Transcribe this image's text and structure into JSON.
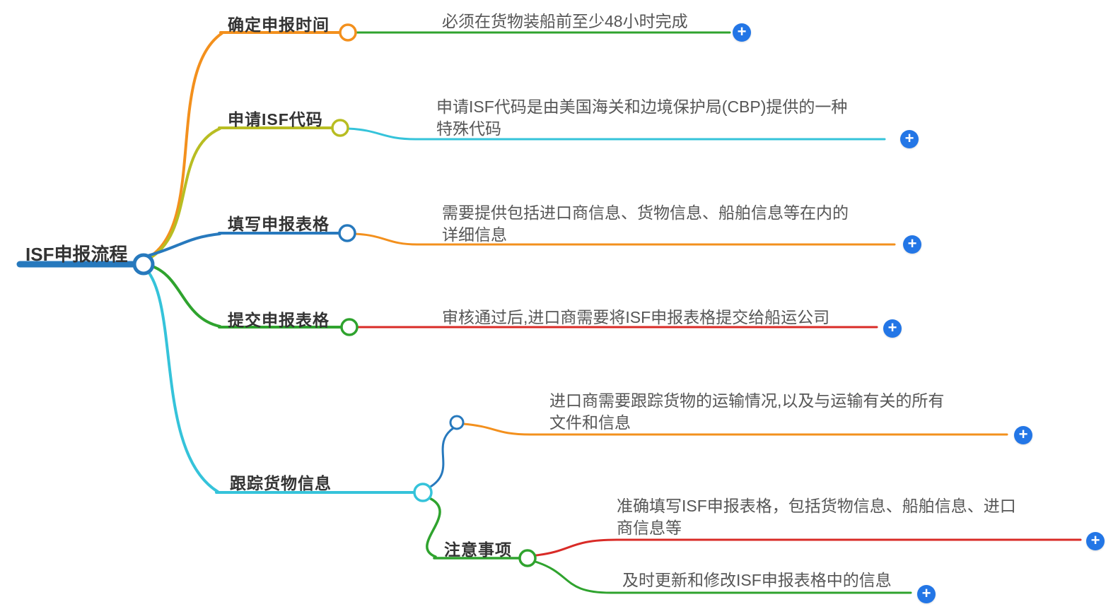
{
  "page": {
    "background": "#ffffff"
  },
  "icons": {
    "plus": "+"
  },
  "mindmap": {
    "plus_button_color": "#2376e6",
    "root": {
      "label": "ISF申报流程",
      "color": "#2779bd"
    },
    "branches": [
      {
        "label": "确定申报时间",
        "color": "#f3901d",
        "children": [
          {
            "lines": [
              "必须在货物装船前至少48小时完成"
            ],
            "color": "#2fa32e"
          }
        ]
      },
      {
        "label": "申请ISF代码",
        "color": "#b8bd22",
        "children": [
          {
            "lines": [
              "申请ISF代码是由美国海关和边境保护局(CBP)提供的一种",
              "特殊代码"
            ],
            "color": "#35c3da"
          }
        ]
      },
      {
        "label": "填写申报表格",
        "color": "#2779bd",
        "children": [
          {
            "lines": [
              "需要提供包括进口商信息、货物信息、船舶信息等在内的",
              "详细信息"
            ],
            "color": "#f3901d"
          }
        ]
      },
      {
        "label": "提交申报表格",
        "color": "#2fa32e",
        "children": [
          {
            "lines": [
              "审核通过后,进口商需要将ISF申报表格提交给船运公司"
            ],
            "color": "#d92b27"
          }
        ]
      },
      {
        "label": "跟踪货物信息",
        "color": "#35c3da",
        "children": [
          {
            "connector_color": "#2779bd",
            "lines": [
              "进口商需要跟踪货物的运输情况,以及与运输有关的所有",
              "文件和信息"
            ],
            "color": "#f3901d"
          },
          {
            "label": "注意事项",
            "color": "#2fa32e",
            "children": [
              {
                "lines": [
                  "准确填写ISF申报表格，包括货物信息、船舶信息、进口",
                  "商信息等"
                ],
                "color": "#d92b27"
              },
              {
                "lines": [
                  "及时更新和修改ISF申报表格中的信息"
                ],
                "color": "#2fa32e"
              }
            ]
          }
        ]
      }
    ]
  }
}
